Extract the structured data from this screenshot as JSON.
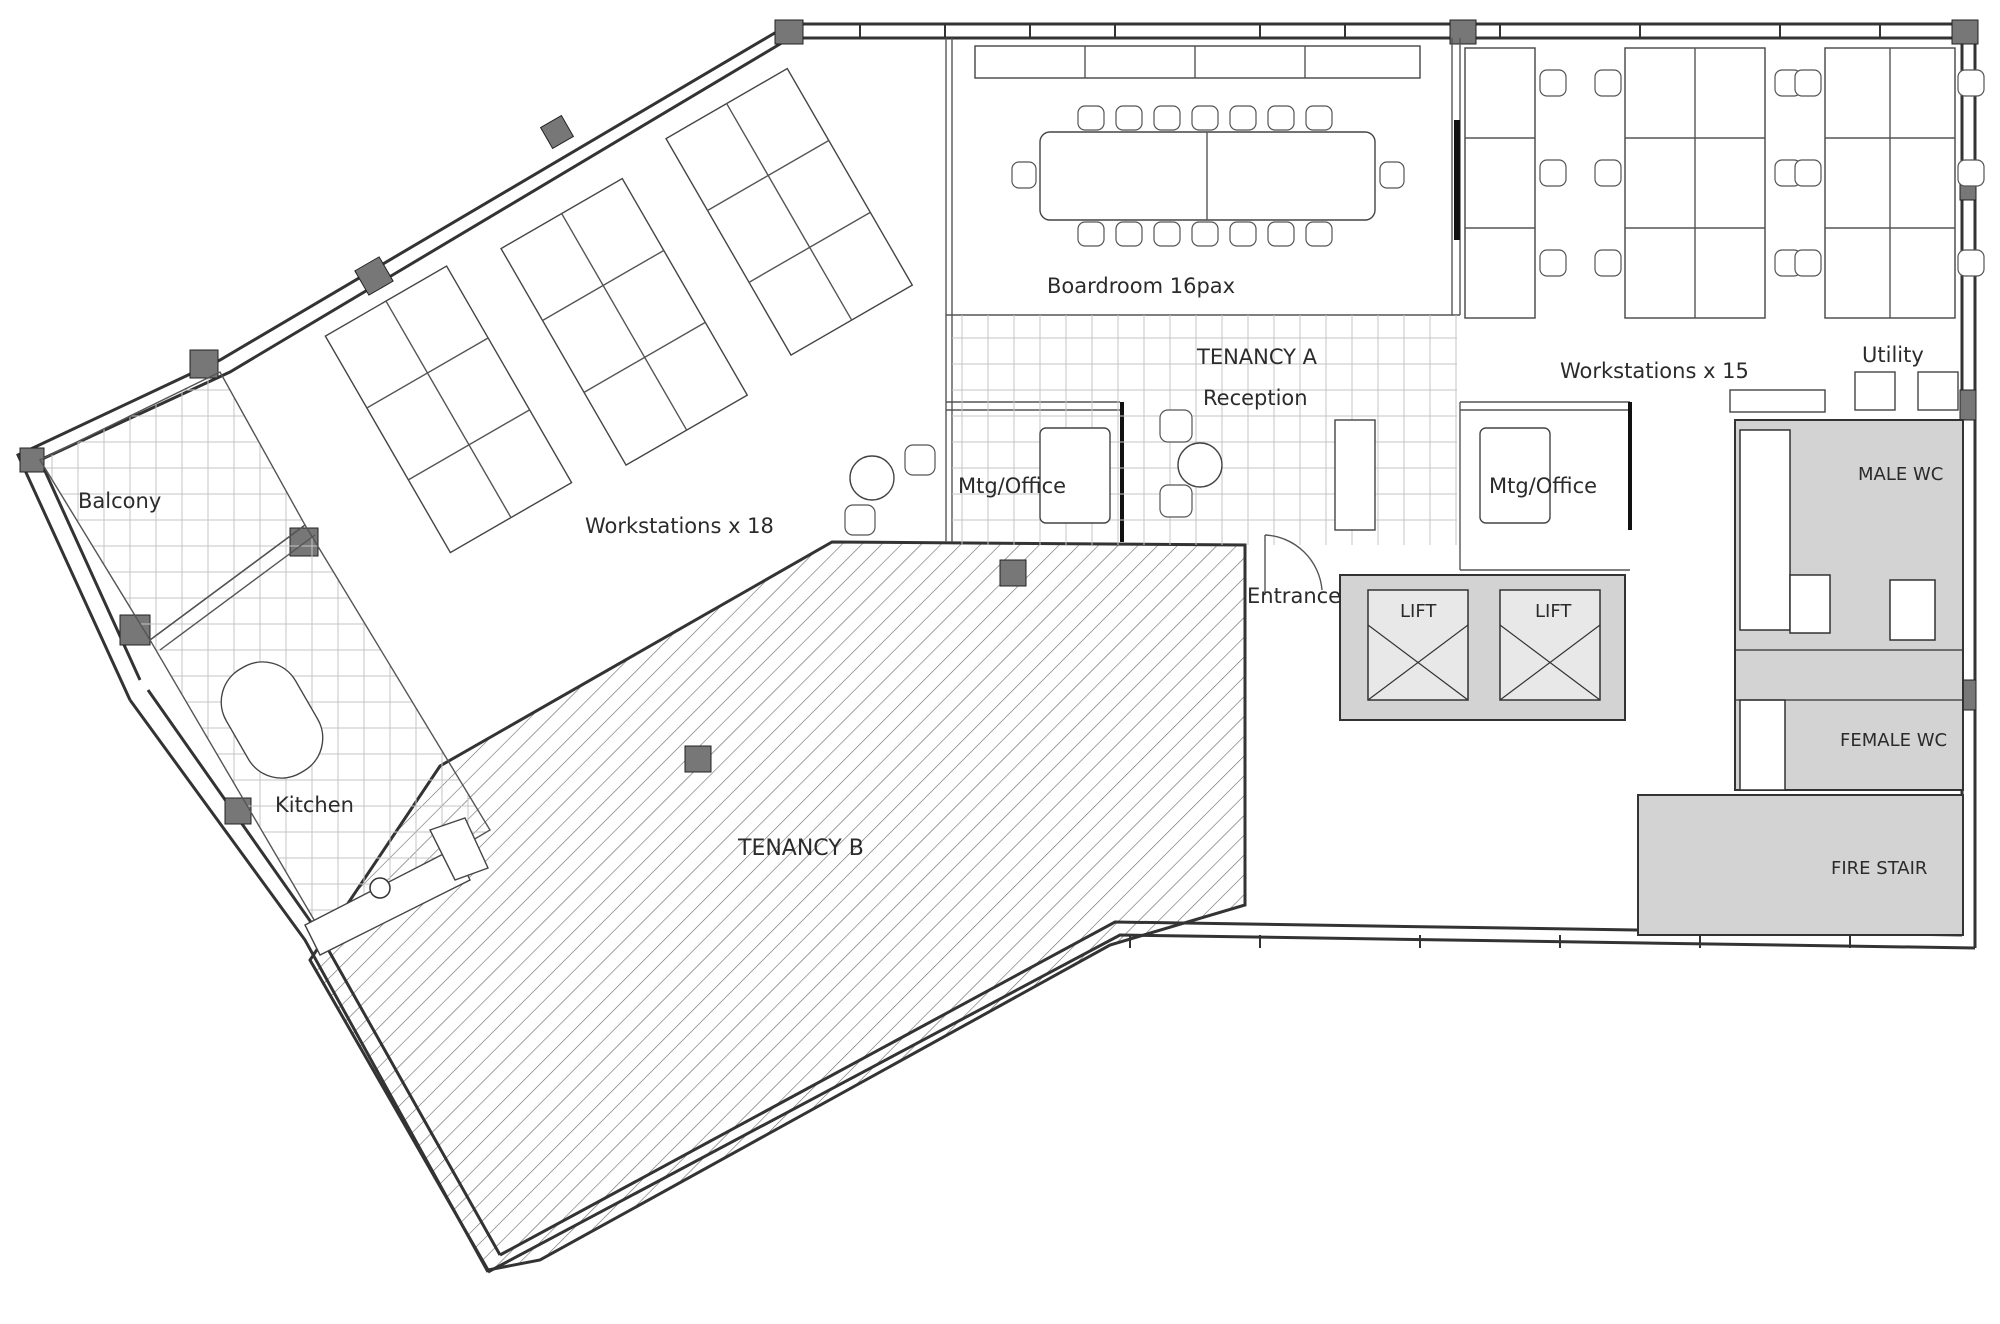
{
  "rooms": {
    "boardroom": "Boardroom 16pax",
    "tenancy_a": "TENANCY A",
    "reception": "Reception",
    "workstations_west": "Workstations x 18",
    "workstations_east": "Workstations x 15",
    "utility": "Utility",
    "mtg_office_left": "Mtg/Office",
    "mtg_office_right": "Mtg/Office",
    "entrance": "Entrance",
    "balcony": "Balcony",
    "kitchen": "Kitchen",
    "tenancy_b": "TENANCY B",
    "lift_1": "LIFT",
    "lift_2": "LIFT",
    "male_wc": "MALE WC",
    "female_wc": "FEMALE WC",
    "fire_stair": "FIRE STAIR"
  },
  "colors": {
    "wall": "#333333",
    "service_core": "#d3d3d3",
    "background": "#ffffff"
  }
}
